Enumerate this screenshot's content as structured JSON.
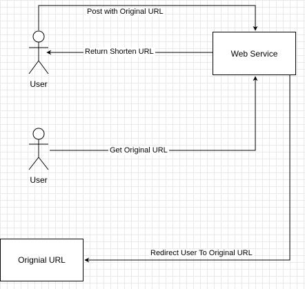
{
  "nodes": {
    "web_service": "Web Service",
    "original_url": "Orignial URL",
    "user_top": "User",
    "user_bottom": "User"
  },
  "edges": {
    "post": "Post with Original URL",
    "return": "Return Shorten URL",
    "get": "Get Original URL",
    "redirect": "Redirect User To Original URL"
  }
}
